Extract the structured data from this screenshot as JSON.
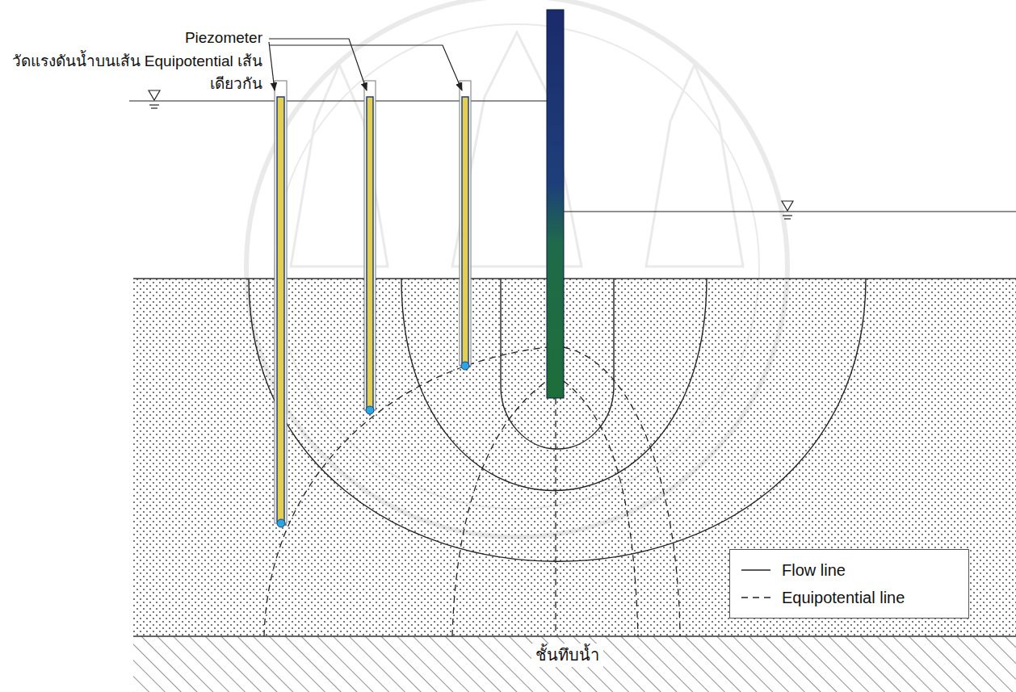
{
  "diagram": {
    "labels": [
      "Piezometer",
      "วัดแรงดันน้ำบนเส้น Equipotential เส้นเดียวกัน",
      "ชั้นทึบน้ำ"
    ],
    "legend": [
      {
        "text": "Flow line"
      },
      {
        "text": "Equipotential line"
      }
    ]
  }
}
